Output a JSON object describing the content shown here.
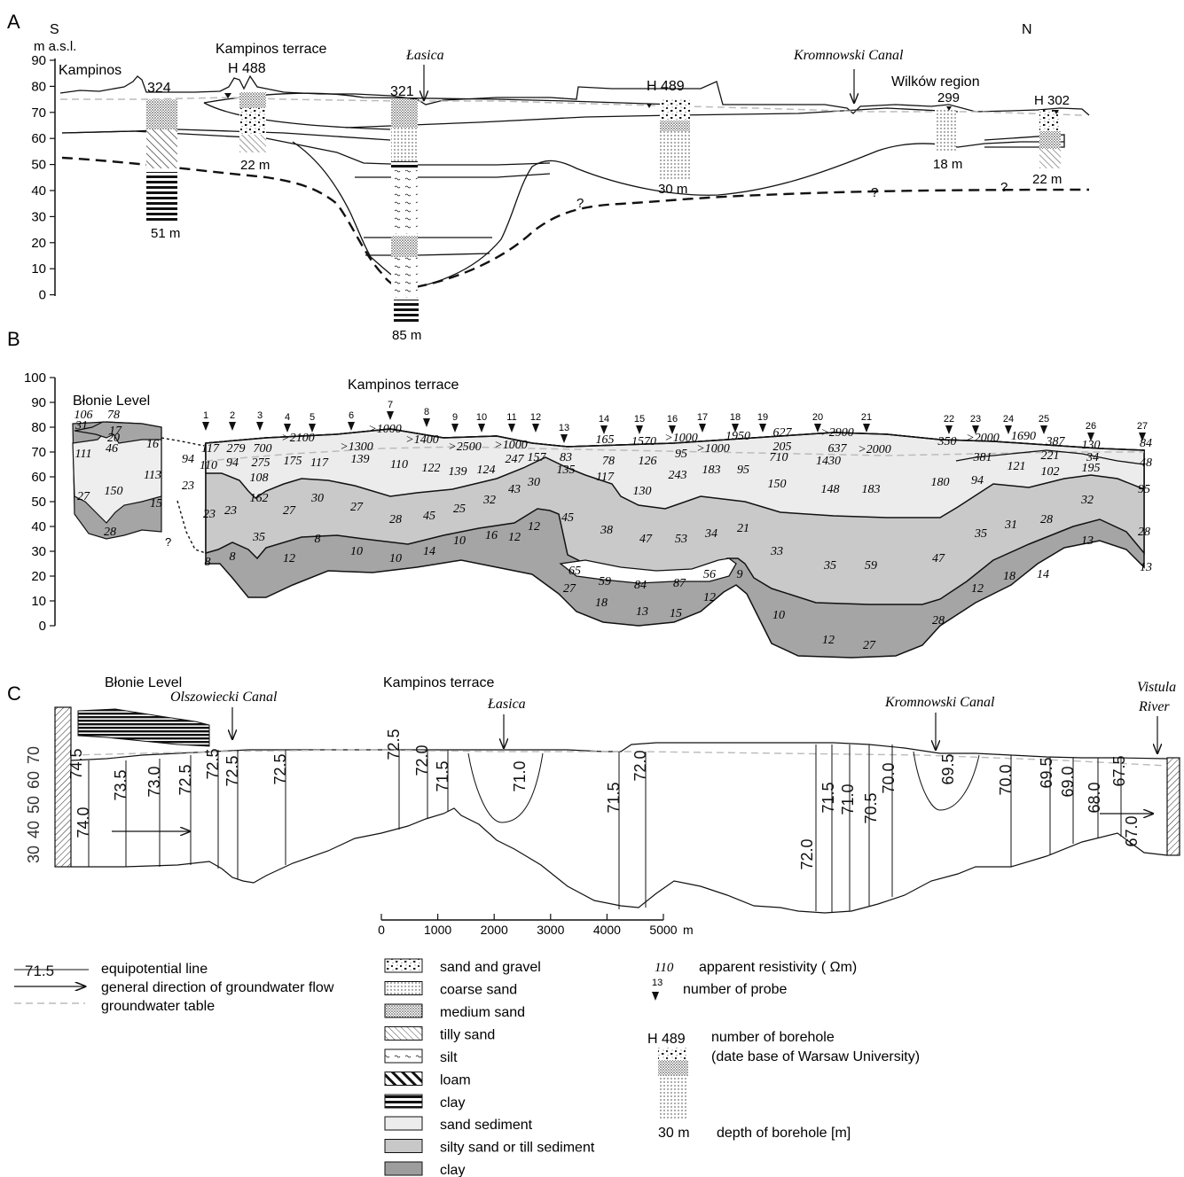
{
  "panel_a": {
    "letter": "A",
    "south": "S",
    "north": "N",
    "unit": "m a.s.l.",
    "y_ticks": [
      "90",
      "80",
      "70",
      "60",
      "50",
      "40",
      "30",
      "20",
      "10",
      "0"
    ],
    "labels": {
      "kampinos": "Kampinos",
      "kampinos_terrace": "Kampinos terrace",
      "lasica": "Łasica",
      "kromnowski": "Kromnowski Canal",
      "wilkow": "Wilków region"
    },
    "boreholes": [
      {
        "id": "324",
        "depth": "51 m"
      },
      {
        "id": "H 488",
        "depth": "22 m"
      },
      {
        "id": "321",
        "depth": "85 m"
      },
      {
        "id": "H 489",
        "depth": "30 m"
      },
      {
        "id": "299",
        "depth": "18 m"
      },
      {
        "id": "H 302",
        "depth": "22 m"
      }
    ],
    "question_mark": "?"
  },
  "panel_b": {
    "letter": "B",
    "y_ticks": [
      "100",
      "90",
      "80",
      "70",
      "60",
      "50",
      "40",
      "30",
      "20",
      "10",
      "0"
    ],
    "blonie_level": "Błonie Level",
    "kampinos_terrace": "Kampinos terrace",
    "probes": [
      "1",
      "2",
      "3",
      "4",
      "5",
      "6",
      "7",
      "8",
      "9",
      "10",
      "11",
      "12",
      "13",
      "14",
      "15",
      "16",
      "17",
      "18",
      "19",
      "20",
      "21",
      "22",
      "23",
      "24",
      "25",
      "26",
      "27"
    ],
    "resistivity_values": [
      {
        "v": "106"
      },
      {
        "v": "78"
      },
      {
        "v": "31"
      },
      {
        "v": "17"
      },
      {
        "v": "46"
      },
      {
        "v": "16"
      },
      {
        "v": "111"
      },
      {
        "v": "20"
      },
      {
        "v": "94"
      },
      {
        "v": "113"
      },
      {
        "v": "27"
      },
      {
        "v": "150"
      },
      {
        "v": "15"
      },
      {
        "v": "23"
      },
      {
        "v": "28"
      },
      {
        "v": "117"
      },
      {
        "v": "279"
      },
      {
        "v": "700"
      },
      {
        "v": ">2100"
      },
      {
        "v": ">1300"
      },
      {
        "v": ">1000"
      },
      {
        "v": ">1400"
      },
      {
        "v": ">2500"
      },
      {
        "v": ">1000"
      },
      {
        "v": "157"
      },
      {
        "v": "110"
      },
      {
        "v": "94"
      },
      {
        "v": "275"
      },
      {
        "v": "175"
      },
      {
        "v": "117"
      },
      {
        "v": "139"
      },
      {
        "v": "110"
      },
      {
        "v": "122"
      },
      {
        "v": "139"
      },
      {
        "v": "124"
      },
      {
        "v": "247"
      },
      {
        "v": "108"
      },
      {
        "v": "162"
      },
      {
        "v": "23"
      },
      {
        "v": "23"
      },
      {
        "v": "27"
      },
      {
        "v": "30"
      },
      {
        "v": "27"
      },
      {
        "v": "28"
      },
      {
        "v": "45"
      },
      {
        "v": "25"
      },
      {
        "v": "32"
      },
      {
        "v": "43"
      },
      {
        "v": "30"
      },
      {
        "v": "35"
      },
      {
        "v": "8"
      },
      {
        "v": "8"
      },
      {
        "v": "12"
      },
      {
        "v": "8"
      },
      {
        "v": "10"
      },
      {
        "v": "10"
      },
      {
        "v": "14"
      },
      {
        "v": "10"
      },
      {
        "v": "16"
      },
      {
        "v": "12"
      },
      {
        "v": "12"
      },
      {
        "v": "83"
      },
      {
        "v": "135"
      },
      {
        "v": "165"
      },
      {
        "v": "78"
      },
      {
        "v": "117"
      },
      {
        "v": "1570"
      },
      {
        "v": "126"
      },
      {
        "v": ">1000"
      },
      {
        "v": "95"
      },
      {
        "v": ">1000"
      },
      {
        "v": "243"
      },
      {
        "v": "183"
      },
      {
        "v": "95"
      },
      {
        "v": "130"
      },
      {
        "v": "1950"
      },
      {
        "v": "627"
      },
      {
        "v": "205"
      },
      {
        "v": "710"
      },
      {
        "v": ">2900"
      },
      {
        "v": "637"
      },
      {
        "v": "1430"
      },
      {
        "v": ">2000"
      },
      {
        "v": "150"
      },
      {
        "v": "148"
      },
      {
        "v": "183"
      },
      {
        "v": "350"
      },
      {
        "v": ">2000"
      },
      {
        "v": "1690"
      },
      {
        "v": "387"
      },
      {
        "v": "130"
      },
      {
        "v": "84"
      },
      {
        "v": "381"
      },
      {
        "v": "121"
      },
      {
        "v": "221"
      },
      {
        "v": "102"
      },
      {
        "v": "34"
      },
      {
        "v": "195"
      },
      {
        "v": "48"
      },
      {
        "v": "180"
      },
      {
        "v": "94"
      },
      {
        "v": "95"
      },
      {
        "v": "45"
      },
      {
        "v": "38"
      },
      {
        "v": "47"
      },
      {
        "v": "53"
      },
      {
        "v": "34"
      },
      {
        "v": "21"
      },
      {
        "v": "33"
      },
      {
        "v": "35"
      },
      {
        "v": "59"
      },
      {
        "v": "47"
      },
      {
        "v": "35"
      },
      {
        "v": "31"
      },
      {
        "v": "28"
      },
      {
        "v": "32"
      },
      {
        "v": "28"
      },
      {
        "v": "65"
      },
      {
        "v": "59"
      },
      {
        "v": "84"
      },
      {
        "v": "87"
      },
      {
        "v": "56"
      },
      {
        "v": "9"
      },
      {
        "v": "27"
      },
      {
        "v": "18"
      },
      {
        "v": "13"
      },
      {
        "v": "15"
      },
      {
        "v": "12"
      },
      {
        "v": "10"
      },
      {
        "v": "12"
      },
      {
        "v": "27"
      },
      {
        "v": "28"
      },
      {
        "v": "12"
      },
      {
        "v": "18"
      },
      {
        "v": "14"
      },
      {
        "v": "13"
      },
      {
        "v": "13"
      }
    ],
    "question_mark": "?"
  },
  "panel_c": {
    "letter": "C",
    "y_ticks": [
      "70",
      "60",
      "50",
      "40",
      "30"
    ],
    "labels": {
      "blonie_level": "Błonie Level",
      "olszowiecki": "Olszowiecki Canal",
      "kampinos_terrace": "Kampinos terrace",
      "lasica": "Łasica",
      "kromnowski": "Kromnowski Canal",
      "vistula_1": "Vistula",
      "vistula_2": "River"
    },
    "equipotentials": [
      "74.5",
      "74.0",
      "73.5",
      "73.0",
      "72.5",
      "72.5",
      "72.5",
      "72.5",
      "72.5",
      "72.0",
      "71.5",
      "71.0",
      "71.5",
      "72.0",
      "72.0",
      "71.5",
      "71.0",
      "70.5",
      "70.0",
      "69.5",
      "70.0",
      "69.5",
      "69.0",
      "68.0",
      "67.5",
      "67.0"
    ]
  },
  "scale_bar": {
    "ticks": [
      "0",
      "1000",
      "2000",
      "3000",
      "4000",
      "5000"
    ],
    "unit": "m"
  },
  "legend": {
    "equipotential_sample": "71.5",
    "equipotential": "equipotential line",
    "flow": "general direction of groundwater flow",
    "table": "groundwater table",
    "lithology": [
      "sand and gravel",
      "coarse sand",
      "medium sand",
      "tilly sand",
      "silt",
      "loam",
      "clay"
    ],
    "sediments": [
      "sand sediment",
      "silty sand or till sediment",
      "clay"
    ],
    "resistivity_sample": "110",
    "resistivity": "apparent resistivity ( Ωm)",
    "probe_sample": "13",
    "probe": "number of probe",
    "borehole_sample": "H 489",
    "borehole_1": "number of borehole",
    "borehole_2": "(date base of Warsaw University)",
    "depth_sample": "30 m",
    "depth": "depth of borehole [m]"
  },
  "colors": {
    "sand_sediment": "#ececec",
    "silty_sand": "#c8c8c8",
    "clay": "#9d9d9d",
    "water_table": "#bbbbbb",
    "ink": "#111111"
  }
}
